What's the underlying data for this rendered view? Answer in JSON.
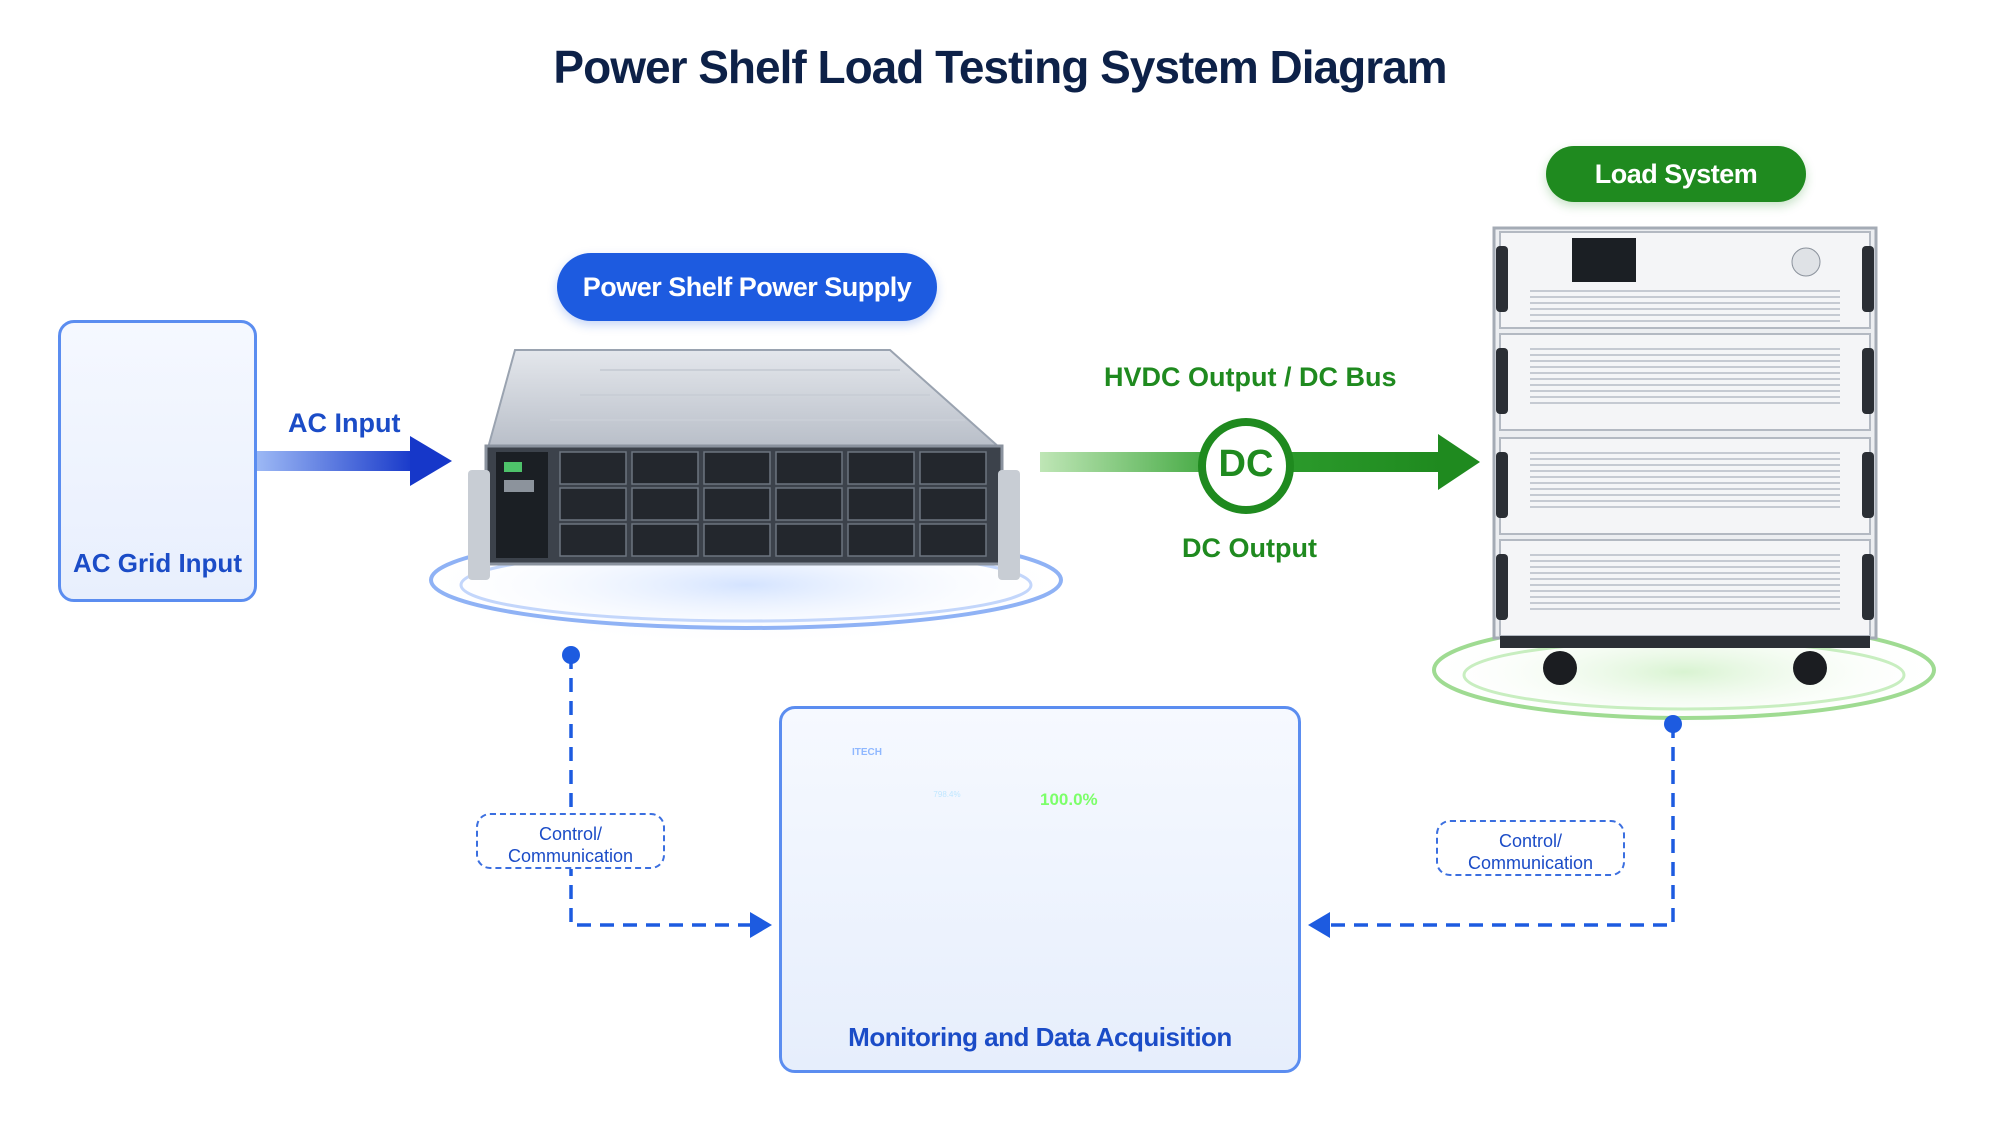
{
  "title": "Power Shelf Load Testing System Diagram",
  "nodes": {
    "ac_grid": {
      "label": "AC Grid Input"
    },
    "power_shelf": {
      "label": "Power Shelf Power Supply"
    },
    "load_system": {
      "label": "Load System"
    },
    "monitoring": {
      "label": "Monitoring and Data Acquisition"
    }
  },
  "edges": {
    "ac_input": {
      "label": "AC Input"
    },
    "dc_bus": {
      "label": "HVDC Output / DC Bus",
      "badge": "DC",
      "sublabel": "DC Output"
    },
    "control_left": {
      "line1": "Control/",
      "line2": "Communication"
    },
    "control_right": {
      "line1": "Control/",
      "line2": "Communication"
    }
  },
  "screen": {
    "brand": "ITECH",
    "gauge_value": "798.4%",
    "big_value": "100.0%"
  },
  "colors": {
    "title": "#0d2148",
    "blue": "#1d5be0",
    "green": "#1f8a1f"
  }
}
